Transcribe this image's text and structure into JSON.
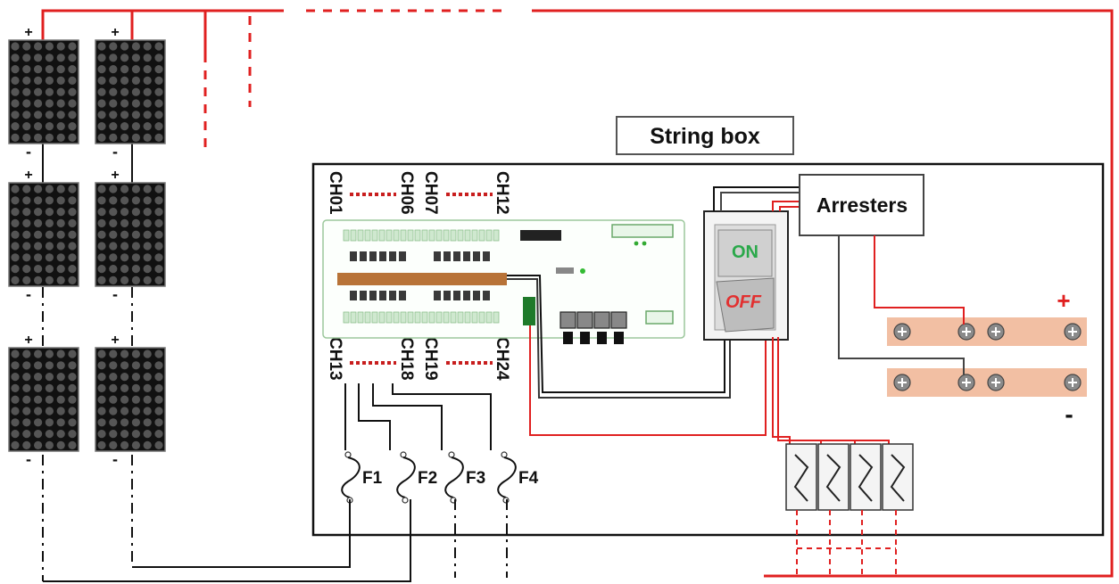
{
  "diagram": {
    "box_title": "String box",
    "arresters_label": "Arresters",
    "switch": {
      "on_label": "ON",
      "off_label": "OFF"
    },
    "channels": {
      "top": [
        "CH01",
        "CH06",
        "CH07",
        "CH12"
      ],
      "bottom": [
        "CH13",
        "CH18",
        "CH19",
        "CH24"
      ]
    },
    "fuses": [
      "F1",
      "F2",
      "F3",
      "F4"
    ],
    "busbar_symbols": {
      "positive": "+",
      "negative": "-"
    },
    "panel_polarity": {
      "positive": "+",
      "negative": "-"
    },
    "colors": {
      "positive_wire": "#e02020",
      "negative_wire": "#1a1a1a",
      "busbar": "#f2bfa3",
      "board_outline": "#9bc79b",
      "switch_on": "#2aa84a",
      "switch_off": "#e23030",
      "channel_dash": "#c81e1e",
      "board_bar": "#b87338"
    }
  }
}
